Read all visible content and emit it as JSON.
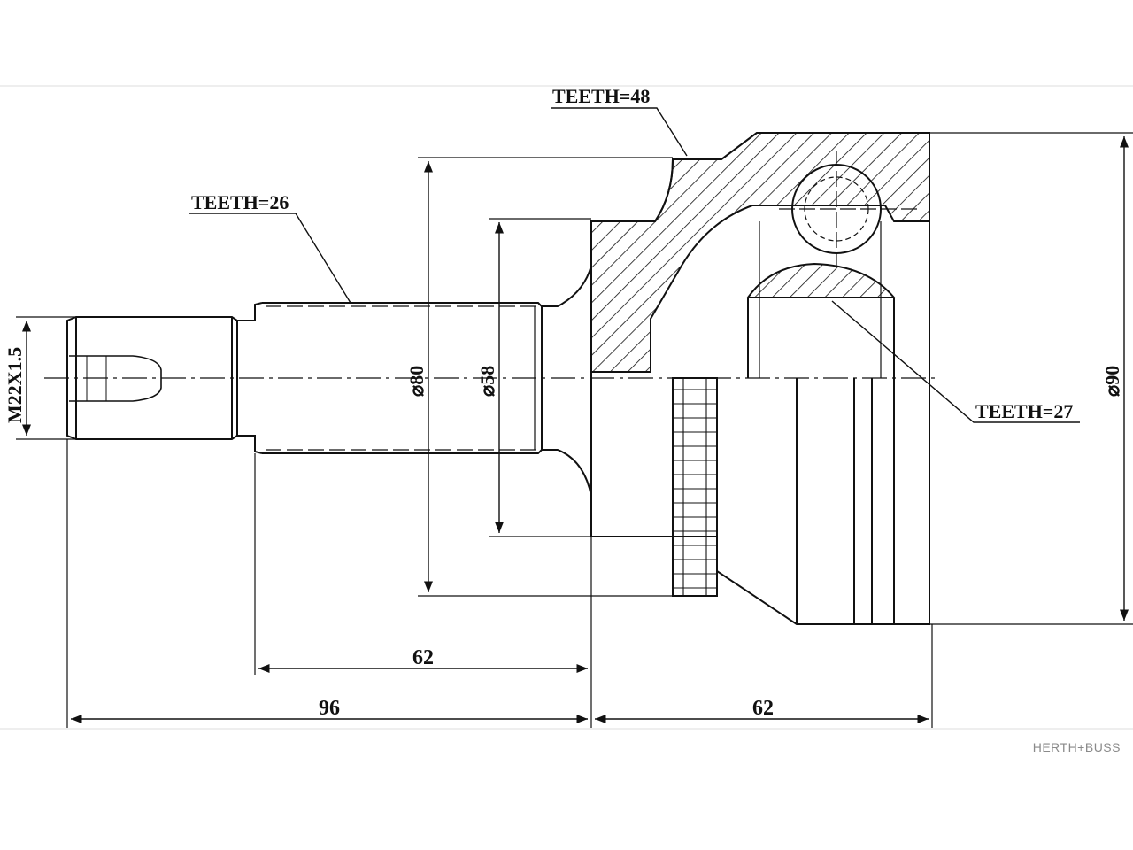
{
  "labels": {
    "teeth_48": "TEETH=48",
    "teeth_26": "TEETH=26",
    "teeth_27": "TEETH=27",
    "thread": "M22X1.5",
    "dia_80": "⌀80",
    "dia_58": "⌀58",
    "dia_90": "⌀90",
    "len_62_shaft": "62",
    "len_96": "96",
    "len_62_housing": "62"
  },
  "brand": "HERTH+BUSS"
}
